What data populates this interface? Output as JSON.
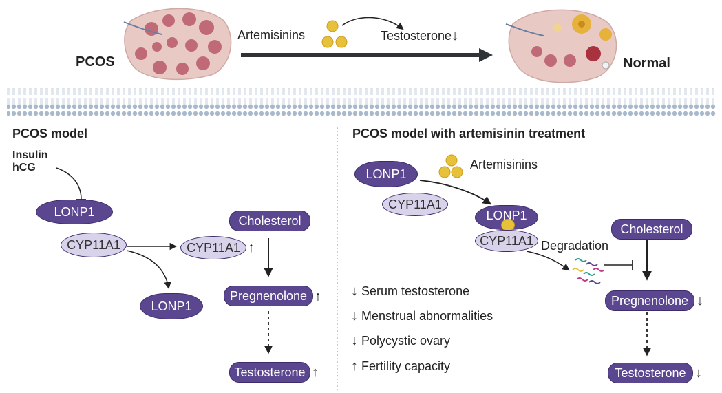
{
  "top": {
    "left_label": "PCOS",
    "right_label": "Normal",
    "drug_label": "Artemisinins",
    "effect_label": "Testosterone",
    "effect_arrow": "↓"
  },
  "left_panel": {
    "title": "PCOS model",
    "inducer_1": "Insulin",
    "inducer_2": "hCG",
    "lonp1_top": "LONP1",
    "cyp_bound": "CYP11A1",
    "cyp_free": "CYP11A1",
    "cyp_free_arrow": "↑",
    "lonp1_free": "LONP1",
    "cholesterol": "Cholesterol",
    "pregnenolone": "Pregnenolone",
    "pregnenolone_arrow": "↑",
    "testosterone": "Testosterone",
    "testosterone_arrow": "↑"
  },
  "right_panel": {
    "title": "PCOS model with artemisinin treatment",
    "lonp1": "LONP1",
    "cyp": "CYP11A1",
    "drug_label": "Artemisinins",
    "complex_lonp1": "LONP1",
    "complex_cyp": "CYP11A1",
    "degradation": "Degradation",
    "cholesterol": "Cholesterol",
    "pregnenolone": "Pregnenolone",
    "pregnenolone_arrow": "↓",
    "testosterone": "Testosterone",
    "testosterone_arrow": "↓",
    "outcomes": [
      {
        "arrow": "↓",
        "text": "Serum testosterone"
      },
      {
        "arrow": "↓",
        "text": "Menstrual abnormalities"
      },
      {
        "arrow": "↓",
        "text": "Polycystic ovary"
      },
      {
        "arrow": "↑",
        "text": "Fertility capacity"
      }
    ]
  },
  "colors": {
    "protein_dark": "#5b4690",
    "protein_light": "#d8d2ea",
    "membrane": "#b9c6d6",
    "drug": "#e8c13a"
  }
}
